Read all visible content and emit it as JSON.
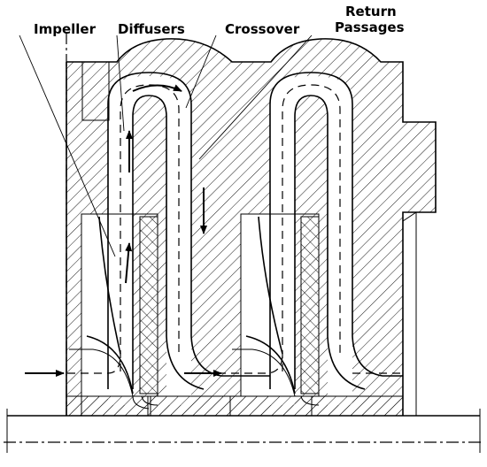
{
  "labels": {
    "impeller": "Impeller",
    "diffusers": "Diffusers",
    "crossover": "Crossover",
    "return_line1": "Return",
    "return_line2": "Passages"
  }
}
